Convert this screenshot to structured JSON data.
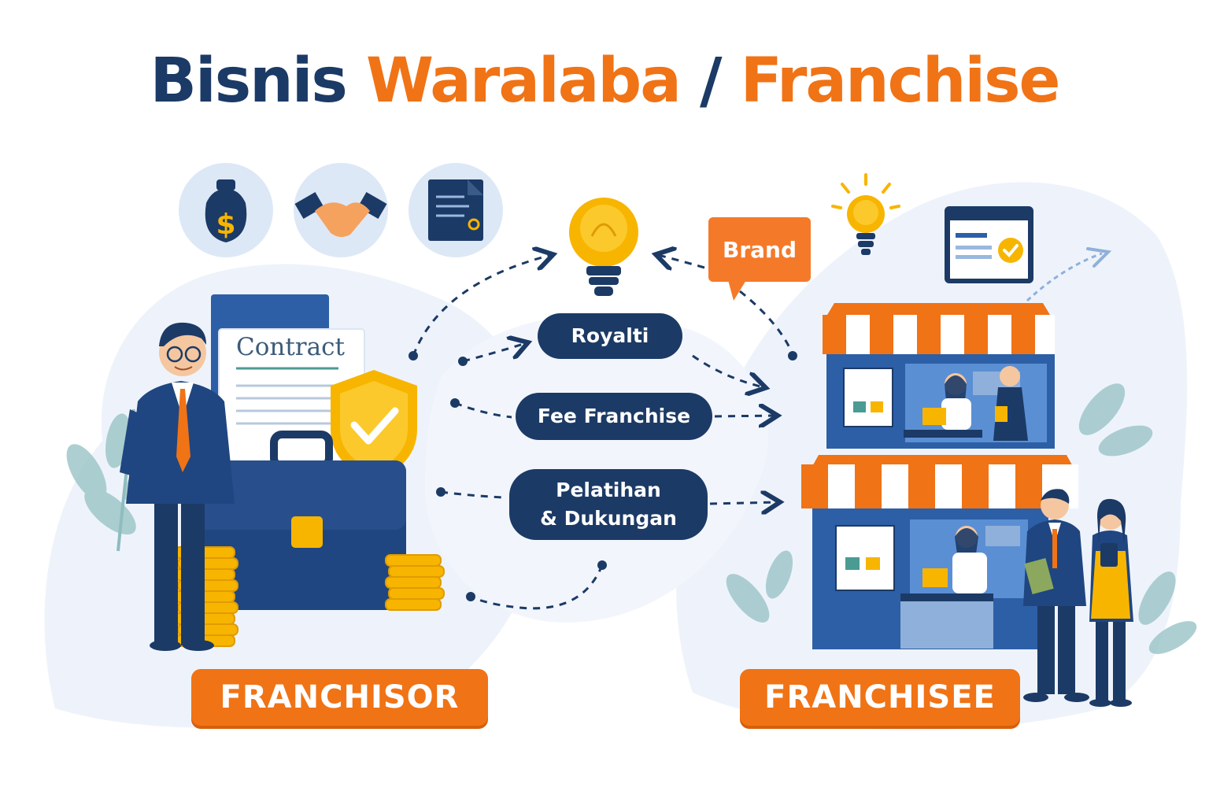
{
  "title": {
    "part1": "Bisnis",
    "part2": "Waralaba",
    "part3": "/",
    "part4": "Franchise"
  },
  "icons_top_left": [
    "money-bag-icon",
    "handshake-icon",
    "document-icon"
  ],
  "contract_label": "Contract",
  "flow_labels": {
    "royalti": "Royalti",
    "fee": "Fee Franchise",
    "support_line1": "Pelatihan",
    "support_line2": "& Dukungan"
  },
  "brand_label": "Brand",
  "roles": {
    "franchisor": "FRANCHISOR",
    "franchisee": "FRANCHISEE"
  },
  "colors": {
    "navy": "#1c3a66",
    "orange": "#f07316",
    "light_blue": "#e6eef8",
    "gold": "#f7b500"
  }
}
